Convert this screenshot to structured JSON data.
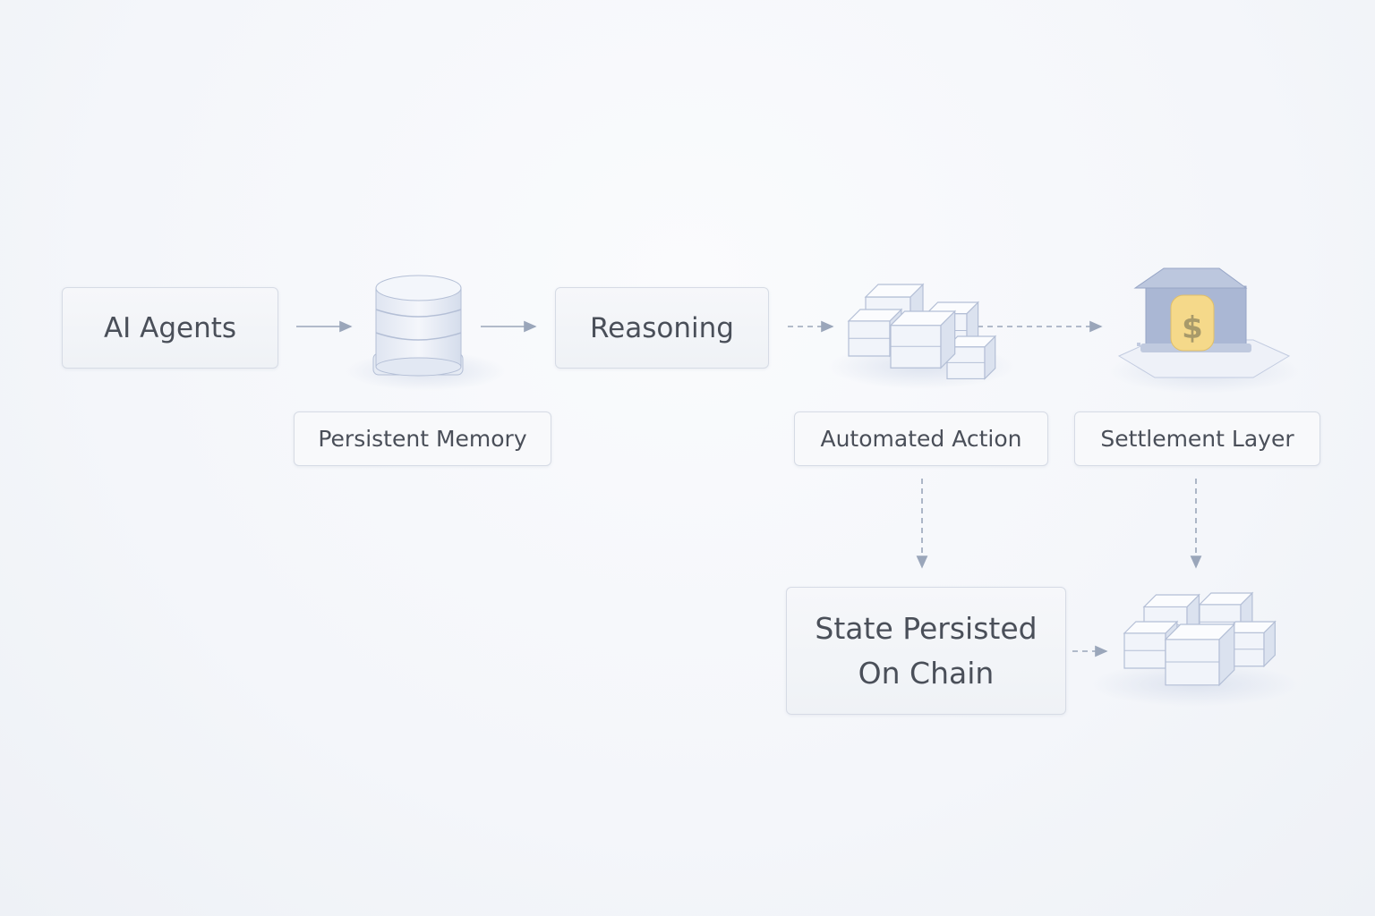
{
  "nodes": {
    "ai_agents": "AI Agents",
    "reasoning": "Reasoning",
    "persistent_memory": "Persistent Memory",
    "automated_action": "Automated Action",
    "settlement_layer": "Settlement Layer",
    "state_persisted_line1": "State Persisted",
    "state_persisted_line2": "On Chain"
  },
  "icons": {
    "memory": "database-icon",
    "action": "blocks-cluster-icon",
    "settlement": "bank-dollar-icon",
    "chain": "blockchain-blocks-icon",
    "currency_symbol": "$"
  },
  "colors": {
    "arrow": "#9aa6ba",
    "cube_face": "#eef2fa",
    "cube_edge": "#b4bfd6",
    "bank": "#a9b6d3",
    "coin": "#f5d98a"
  }
}
